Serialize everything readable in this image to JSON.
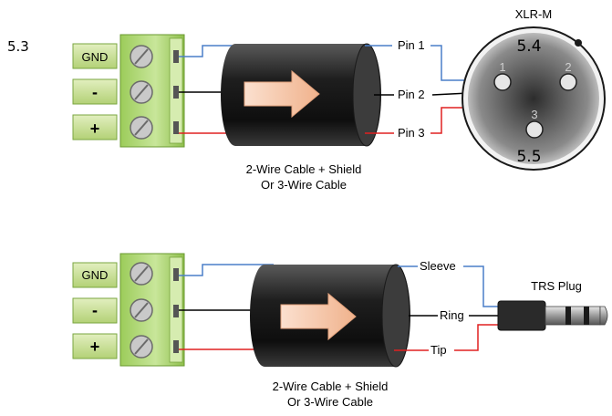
{
  "section_number": "5.3",
  "xlr_section": {
    "terminal_labels": [
      "GND",
      "-",
      "+"
    ],
    "cable_caption_line1": "2-Wire Cable + Shield",
    "cable_caption_line2": "Or 3-Wire Cable",
    "wire_labels": [
      "Pin 1",
      "Pin 2",
      "Pin 3"
    ],
    "connector_title": "XLR-M",
    "connector_ref_top": "5.4",
    "connector_ref_bottom": "5.5",
    "pin_numbers": [
      "1",
      "2",
      "3"
    ]
  },
  "trs_section": {
    "terminal_labels": [
      "GND",
      "-",
      "+"
    ],
    "cable_caption_line1": "2-Wire Cable + Shield",
    "cable_caption_line2": "Or 3-Wire Cable",
    "wire_labels": [
      "Sleeve",
      "Ring",
      "Tip"
    ],
    "connector_title": "TRS Plug"
  },
  "colors": {
    "shield_wire": "#4a7fc9",
    "signal_minus_wire": "#000000",
    "signal_plus_wire": "#e02020",
    "terminal_label_fill": "#c6dc8c",
    "terminal_block": "#a9d36a",
    "cable_body": "#2a2a2a",
    "arrow_fill": "#f6c7a8"
  }
}
